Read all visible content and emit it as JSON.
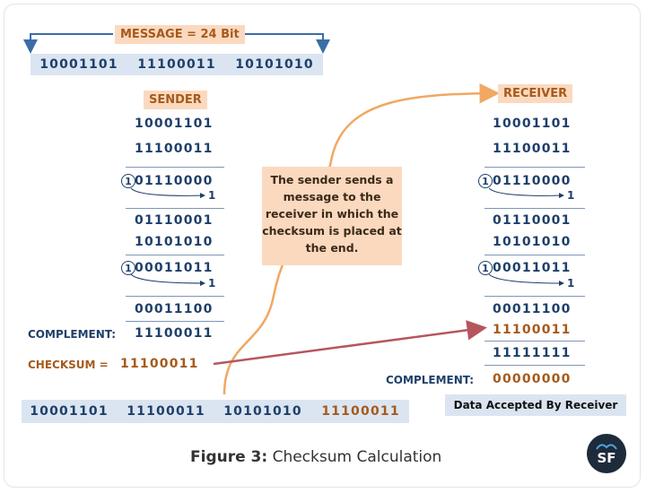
{
  "top": {
    "message_label": "MESSAGE = 24 Bit",
    "message_bits": [
      "10001101",
      "11100011",
      "10101010"
    ]
  },
  "sender": {
    "title": "SENDER",
    "rows": [
      "10001101",
      "11100011",
      "01110000",
      "01110001",
      "10101010",
      "00011011",
      "00011100"
    ],
    "carry_circle": "1",
    "carry_value": "1",
    "complement_label": "COMPLEMENT:",
    "complement_value": "11100011",
    "checksum_label": "CHECKSUM =",
    "checksum_value": "11100011"
  },
  "receiver": {
    "title": "RECEIVER",
    "rows": [
      "10001101",
      "11100011",
      "01110000",
      "01110001",
      "10101010",
      "00011011",
      "00011100"
    ],
    "checksum_row": "11100011",
    "sum_row": "11111111",
    "carry_circle": "1",
    "carry_value": "1",
    "complement_label": "COMPLEMENT:",
    "complement_value": "00000000",
    "result": "Data Accepted By Receiver"
  },
  "note": "The sender sends a message to the receiver in which the checksum is placed at the end.",
  "bottom_bits": [
    "10001101",
    "11100011",
    "10101010",
    "11100011"
  ],
  "caption": {
    "figure": "Figure 3:",
    "title": "Checksum Calculation"
  },
  "logo": "SF",
  "colors": {
    "navy": "#1f3f6a",
    "brown": "#a55a1c",
    "peach": "#fbd9bf",
    "lightblue": "#dbe5f1",
    "red_arrow": "#b5565e",
    "orange_curve": "#f0a862"
  }
}
